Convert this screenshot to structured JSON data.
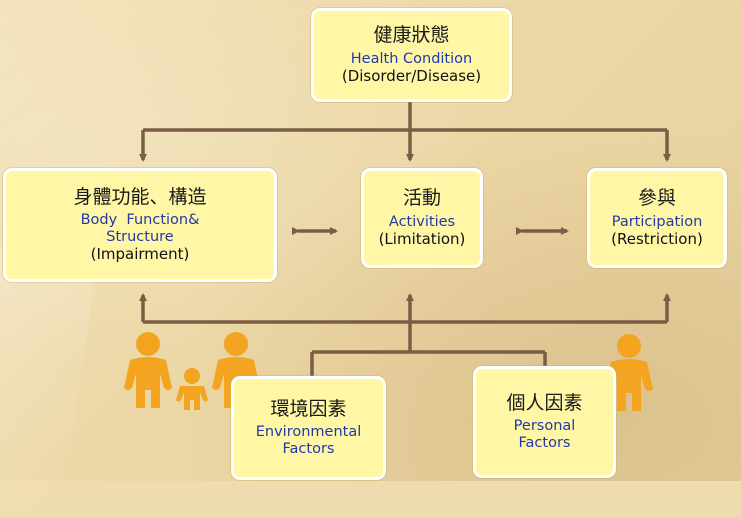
{
  "colors": {
    "box_fill": "#fff7a6",
    "english_text": "#1f3aa8",
    "connector": "#7a5d45",
    "figure": "#f3a521"
  },
  "diagram": {
    "health_condition": {
      "zh": "健康狀態",
      "en": "Health Condition",
      "paren": "(Disorder/Disease)"
    },
    "body_function": {
      "zh": "身體功能、構造",
      "en_line1": "Body  Function&",
      "en_line2": "Structure",
      "paren": "(Impairment)"
    },
    "activities": {
      "zh": "活動",
      "en": "Activities",
      "paren": "(Limitation)"
    },
    "participation": {
      "zh": "參與",
      "en": "Participation",
      "paren": "(Restriction)"
    },
    "environmental": {
      "zh": "環境因素",
      "en_line1": "Environmental",
      "en_line2": "Factors"
    },
    "personal": {
      "zh": "個人因素",
      "en_line1": "Personal",
      "en_line2": "Factors"
    }
  },
  "icons": [
    "family-icon",
    "person-icon"
  ]
}
